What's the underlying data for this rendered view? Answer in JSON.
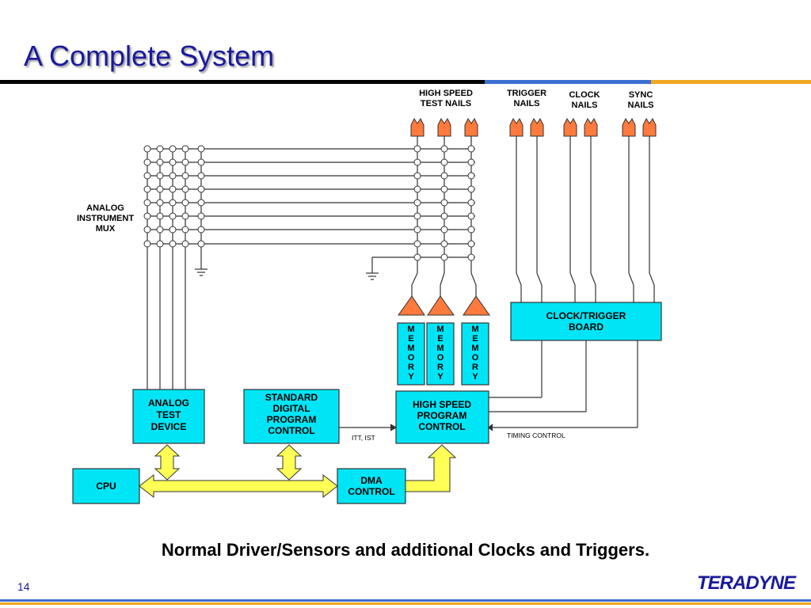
{
  "title": "A Complete System",
  "caption": "Normal Driver/Sensors and additional Clocks and Triggers.",
  "page_number": "14",
  "logo_text": "TERADYNE",
  "colors": {
    "title": "#1a1a9c",
    "block_fill": "#00e5f5",
    "nail_fill": "#ff7a3c",
    "arrow_fill": "#ffff55",
    "rule_black": "#000000",
    "rule_blue": "#3b6fcf",
    "rule_orange": "#f2a623"
  },
  "diagram": {
    "top_labels": {
      "high_speed_line1": "HIGH SPEED",
      "high_speed_line2": "TEST NAILS",
      "trigger_line1": "TRIGGER",
      "trigger_line2": "NAILS",
      "clock_line1": "CLOCK",
      "clock_line2": "NAILS",
      "sync_line1": "SYNC",
      "sync_line2": "NAILS"
    },
    "mux_label_line1": "ANALOG",
    "mux_label_line2": "INSTRUMENT",
    "mux_label_line3": "MUX",
    "memory_letters": [
      "M",
      "E",
      "M",
      "O",
      "R",
      "Y"
    ],
    "blocks": {
      "clock_trigger_line1": "CLOCK/TRIGGER",
      "clock_trigger_line2": "BOARD",
      "analog_line1": "ANALOG",
      "analog_line2": "TEST",
      "analog_line3": "DEVICE",
      "std_line1": "STANDARD",
      "std_line2": "DIGITAL",
      "std_line3": "PROGRAM",
      "std_line4": "CONTROL",
      "hs_line1": "HIGH SPEED",
      "hs_line2": "PROGRAM",
      "hs_line3": "CONTROL",
      "cpu": "CPU",
      "dma_line1": "DMA",
      "dma_line2": "CONTROL"
    },
    "signal_labels": {
      "itt": "ITT, IST",
      "timing": "TIMING CONTROL"
    }
  }
}
